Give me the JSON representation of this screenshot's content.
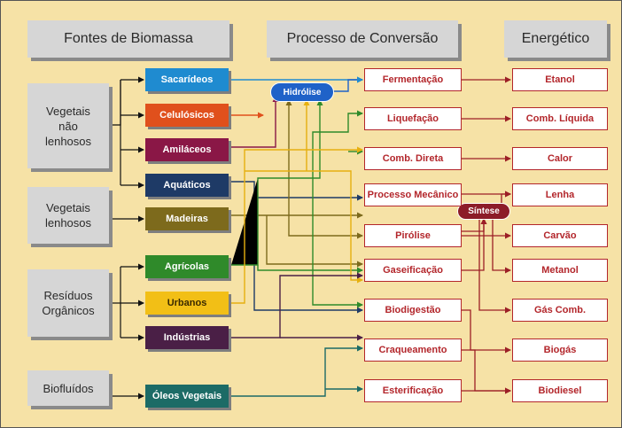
{
  "headers": {
    "fontes": "Fontes de Biomassa",
    "processo": "Processo de Conversão",
    "energetico": "Energético"
  },
  "categories": {
    "nao_lenhosos": "Vegetais\nnão\nlenhosos",
    "lenhosos": "Vegetais\nlenhosos",
    "residuos": "Resíduos\nOrgânicos",
    "biofluidos": "Biofluídos"
  },
  "sources": {
    "sacarideos": "Sacarídeos",
    "celulosicos": "Celulósicos",
    "amilaceos": "Amiláceos",
    "aquaticos": "Aquáticos",
    "madeiras": "Madeiras",
    "agricolas": "Agrícolas",
    "urbanos": "Urbanos",
    "industrias": "Indústrias",
    "oleos": "Óleos Vegetais"
  },
  "processes": {
    "fermentacao": "Fermentação",
    "liquefacao": "Liquefação",
    "comb_direta": "Comb. Direta",
    "proc_mecanico": "Processo Mecânico",
    "pirolise": "Pirólise",
    "gaseificacao": "Gaseificação",
    "biodigestao": "Biodigestão",
    "craqueamento": "Craqueamento",
    "esterificacao": "Esterificação"
  },
  "intermediates": {
    "hidrolise": "Hidrólise",
    "sintese": "Síntese"
  },
  "outputs": {
    "etanol": "Etanol",
    "comb_liquida": "Comb. Líquida",
    "calor": "Calor",
    "lenha": "Lenha",
    "carvao": "Carvão",
    "metanol": "Metanol",
    "gas_comb": "Gás Comb.",
    "biogas": "Biogás",
    "biodiesel": "Biodiesel"
  },
  "colors": {
    "background": "#f6e2a6",
    "header": "#d6d6d6",
    "accent_red": "#b3262b",
    "sacarideos": "#1f8bd0",
    "celulosicos": "#e0501c",
    "amilaceos": "#8a1746",
    "aquaticos": "#1e3a66",
    "madeiras": "#7d6a1c",
    "agricolas": "#2f8a2a",
    "urbanos": "#f2bf16",
    "industrias": "#4a1f46",
    "oleos": "#1c6b66",
    "hidrolise": "#1f62c8",
    "sintese": "#8c1c28"
  }
}
